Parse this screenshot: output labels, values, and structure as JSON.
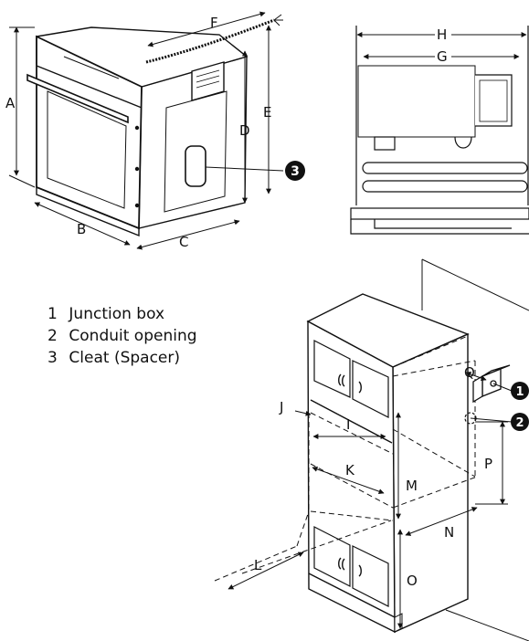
{
  "legend": {
    "items": [
      {
        "num": "1",
        "text": "Junction box"
      },
      {
        "num": "2",
        "text": "Conduit opening"
      },
      {
        "num": "3",
        "text": "Cleat (Spacer)"
      }
    ]
  },
  "oven_view": {
    "dims": {
      "A": "A",
      "B": "B",
      "C": "C",
      "D": "D",
      "E": "E",
      "F": "F"
    },
    "callout": "3"
  },
  "front_view": {
    "dims": {
      "H": "H",
      "G": "G"
    }
  },
  "cabinet_view": {
    "dims": {
      "I": "I",
      "J": "J",
      "K": "K",
      "L": "L",
      "M": "M",
      "N": "N",
      "O": "O",
      "P": "P",
      "Q": "Q"
    },
    "callouts": [
      "1",
      "2"
    ]
  }
}
